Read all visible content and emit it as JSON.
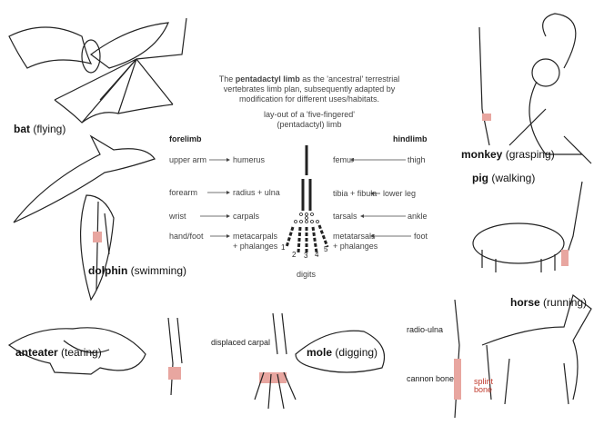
{
  "intro": {
    "line1_pre": "The ",
    "line1_bold": "pentadactyl limb",
    "line1_post": " as the 'ancestral' terrestrial",
    "line2": "vertebrates limb plan, subsequently adapted by",
    "line3": "modification for different uses/habitats.",
    "layout1": "lay-out of a 'five-fingered'",
    "layout2": "(pentadactyl) limb"
  },
  "forelimb": {
    "heading": "forelimb",
    "rows": [
      {
        "from": "upper arm",
        "to": "humerus"
      },
      {
        "from": "forearm",
        "to": "radius + ulna"
      },
      {
        "from": "wrist",
        "to": "carpals"
      },
      {
        "from": "hand/foot",
        "to": "metacarpals",
        "to2": "+ phalanges"
      }
    ]
  },
  "hindlimb": {
    "heading": "hindlimb",
    "rows": [
      {
        "from": "thigh",
        "to": "femur"
      },
      {
        "from": "lower leg",
        "to": "tibia + fibula"
      },
      {
        "from": "ankle",
        "to": "tarsals"
      },
      {
        "from": "foot",
        "to": "metatarsals",
        "to2": "+ phalanges"
      }
    ]
  },
  "digits": {
    "label": "digits",
    "numbers": [
      "1",
      "2",
      "3",
      "4",
      "5"
    ]
  },
  "animals": {
    "bat": {
      "name": "bat",
      "use": "(flying)"
    },
    "dolphin": {
      "name": "dolphin",
      "use": "(swimming)"
    },
    "anteater": {
      "name": "anteater",
      "use": "(tearing)"
    },
    "mole": {
      "name": "mole",
      "use": "(digging)"
    },
    "horse": {
      "name": "horse",
      "use": "(running)"
    },
    "pig": {
      "name": "pig",
      "use": "(walking)"
    },
    "monkey": {
      "name": "monkey",
      "use": "(grasping)"
    }
  },
  "annotations": {
    "displaced_carpal": "displaced carpal",
    "radio_ulna": "radio-ulna",
    "cannon_bone": "cannon bone",
    "splint_bone_1": "splint",
    "splint_bone_2": "bone"
  },
  "colors": {
    "highlight": "#e8a6a0",
    "ink": "#222222"
  }
}
